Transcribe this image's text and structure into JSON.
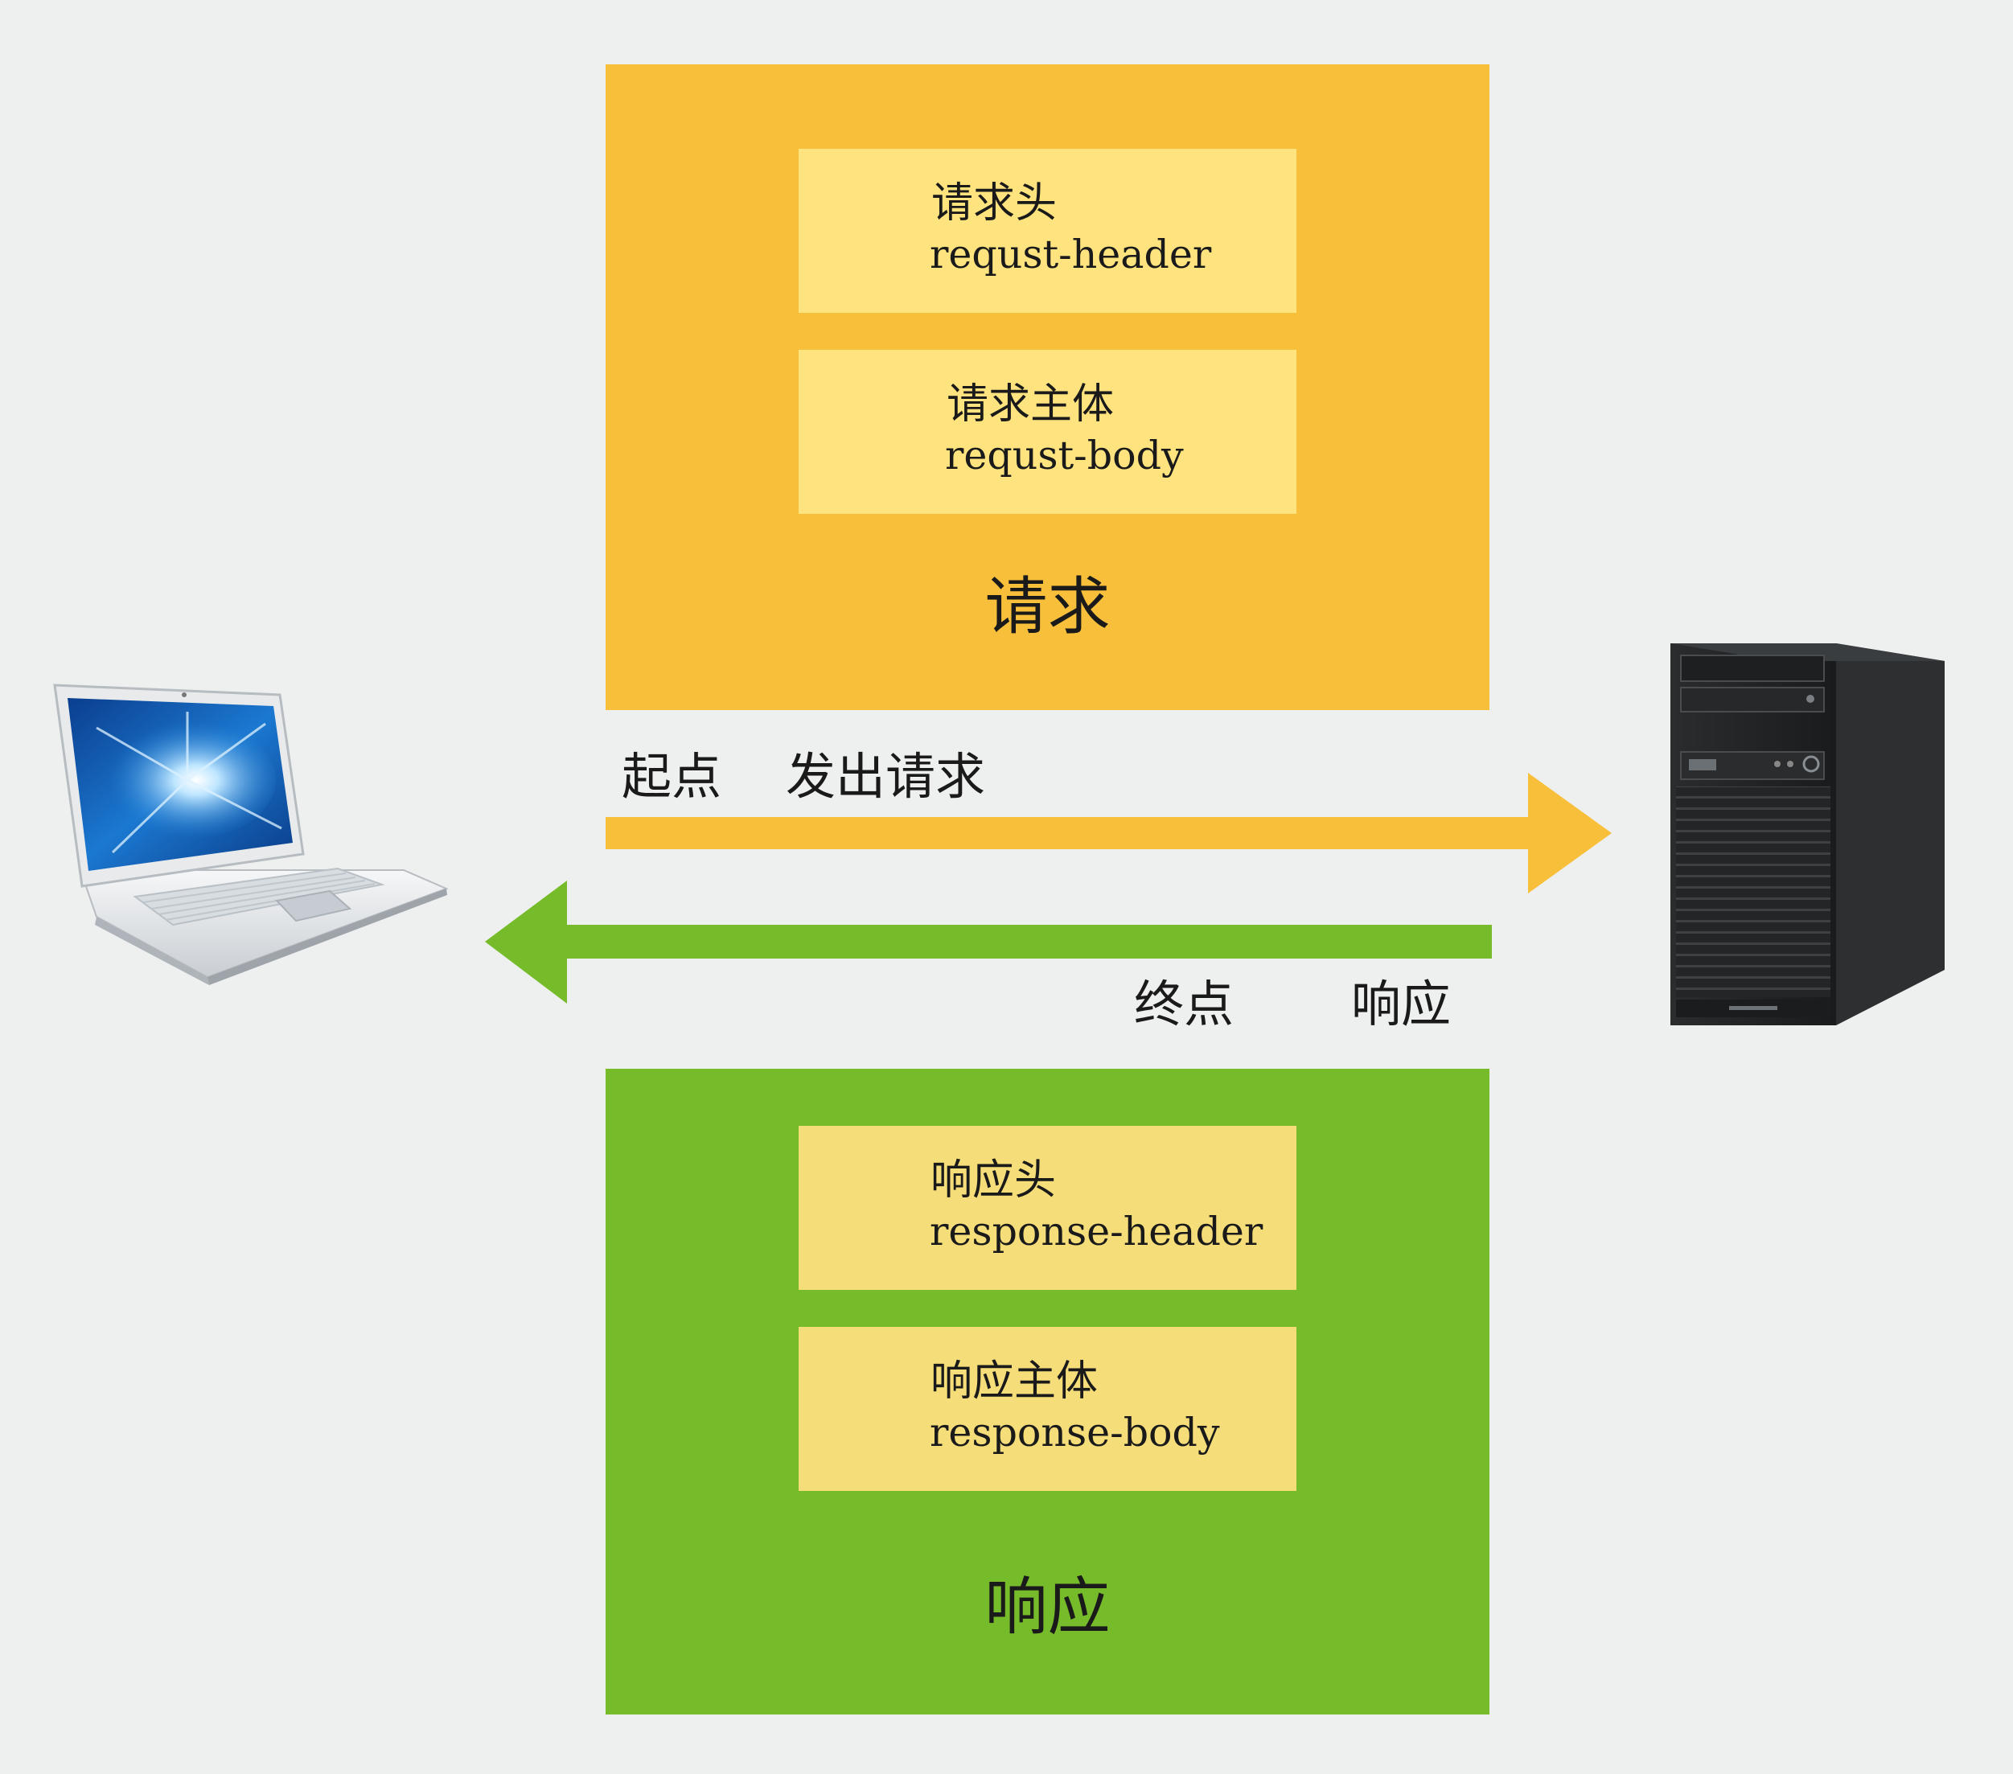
{
  "request": {
    "title": "请求",
    "header": {
      "cn": "请求头",
      "en": "requst-header"
    },
    "body": {
      "cn": "请求主体",
      "en": "requst-body"
    }
  },
  "response": {
    "title": "响应",
    "header": {
      "cn": "响应头",
      "en": "response-header"
    },
    "body": {
      "cn": "响应主体",
      "en": "response-body"
    }
  },
  "arrows": {
    "request": {
      "start_label": "起点",
      "action_label": "发出请求",
      "color": "#f8bf3b"
    },
    "response": {
      "end_label": "终点",
      "action_label": "响应",
      "color": "#76bb2a"
    }
  },
  "colors": {
    "background": "#eef0ef",
    "request_panel": "#f8bf3b",
    "request_box": "#fee37e",
    "response_panel": "#76bb2a",
    "response_box": "#f5de79"
  },
  "icons": {
    "client": "laptop-icon",
    "server": "server-tower-icon"
  }
}
